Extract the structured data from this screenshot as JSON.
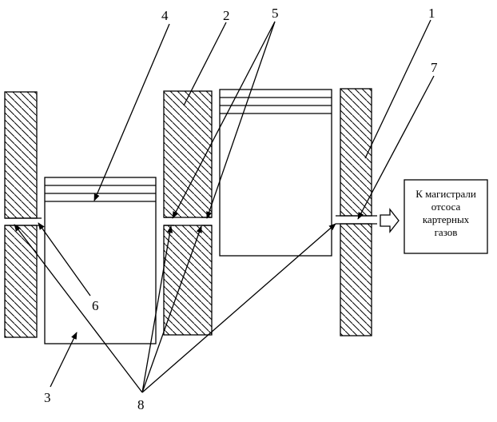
{
  "callouts": {
    "c1": "1",
    "c2": "2",
    "c3": "3",
    "c4": "4",
    "c5": "5",
    "c6": "6",
    "c7": "7",
    "c8": "8"
  },
  "outlet_box": {
    "line1": "К магистрали",
    "line2": "отсоса",
    "line3": "картерных",
    "line4": "газов"
  },
  "icons": {
    "flow_arrow": "hollow-right-arrow-icon"
  }
}
